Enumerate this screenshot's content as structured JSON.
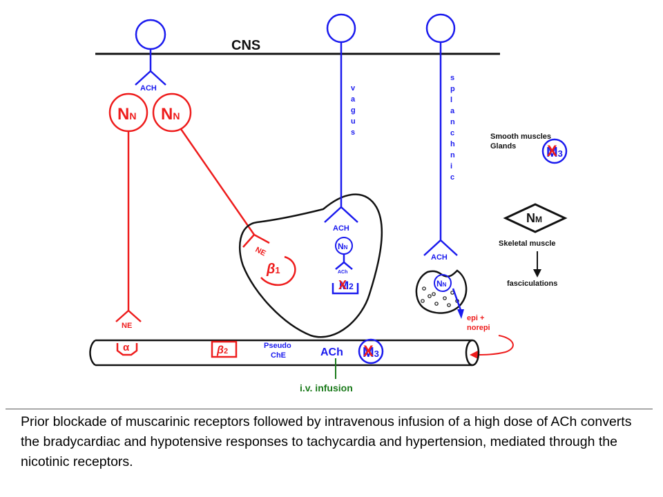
{
  "labels": {
    "cns": "CNS",
    "ach_top": "ACH",
    "nn_left_main": "N",
    "nn_left_sub": "N",
    "nn_right_main": "N",
    "nn_right_sub": "N",
    "vagus": [
      "v",
      "a",
      "g",
      "u",
      "s"
    ],
    "splanchnic": [
      "s",
      "p",
      "l",
      "a",
      "n",
      "c",
      "h",
      "n",
      "i",
      "c"
    ],
    "smooth_muscles": "Smooth muscles",
    "glands": "Glands",
    "m3_top_main": "M",
    "m3_top_sub": "3",
    "nm_main": "N",
    "nm_sub": "M",
    "skeletal_muscle": "Skeletal muscle",
    "fasciculations": "fasciculations",
    "ne_heart": "NE",
    "beta1_symbol": "β",
    "beta1_sub": "1",
    "ach_heart": "ACH",
    "nn_heart_main": "N",
    "nn_heart_sub": "N",
    "ach_small": "ACh",
    "m2_main": "M",
    "m2_sub": "2",
    "ach_adrenal": "ACH",
    "nn_adrenal_main": "N",
    "nn_adrenal_sub": "N",
    "epi_line1": "epi +",
    "epi_line2": "norepi",
    "ne_vessel": "NE",
    "alpha_symbol": "α",
    "beta2_symbol": "β",
    "beta2_sub": "2",
    "pseudo_line1": "Pseudo",
    "pseudo_line2": "ChE",
    "ach_vessel": "ACh",
    "m3_vessel_main": "M",
    "m3_vessel_sub": "3",
    "x_mark": "X",
    "iv_infusion": "i.v. infusion"
  },
  "caption": "Prior blockade of muscarinic receptors followed by intravenous infusion of a high dose of ACh converts the bradycardiac and hypotensive responses to tachycardia and hypertension, mediated through the nicotinic receptors.",
  "colors": {
    "sympathetic": "#ee1c1c",
    "parasympathetic": "#1a1aee",
    "outline": "#111111",
    "infusion": "#1a7a1a",
    "block": "#ee1c1c"
  }
}
